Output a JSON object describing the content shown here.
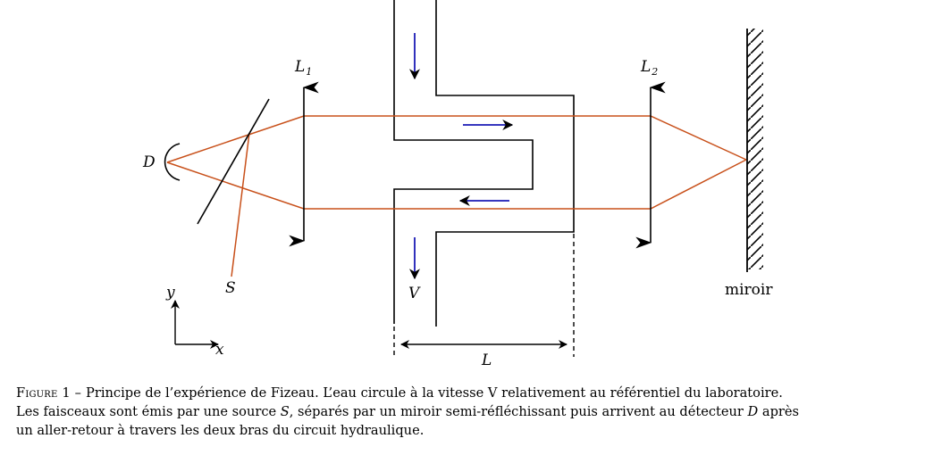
{
  "labels": {
    "lens1": "L",
    "lens1_sub": "1",
    "lens2": "L",
    "lens2_sub": "2",
    "detector": "D",
    "source": "S",
    "velocity": "V",
    "length": "L",
    "mirror": "miroir",
    "axis_y": "y",
    "axis_x": "x"
  },
  "caption": {
    "figure_label": "Figure 1 – ",
    "line1_text": "Principe de l’expérience de Fizeau. L’eau circule à la vitesse V relativement au référentiel du laboratoire.",
    "line2_pre": "Les faisceaux sont émis par une source ",
    "line2_s": "S",
    "line2_mid": ", séparés par un miroir semi-réfléchissant puis arrivent au détecteur ",
    "line2_d": "D",
    "line2_post": " après",
    "line3": "un aller-retour à travers les deux bras du circuit hydraulique."
  },
  "colors": {
    "beam": "#c8501a",
    "flow_arrow": "#1a1ab4",
    "structure": "#000000"
  }
}
